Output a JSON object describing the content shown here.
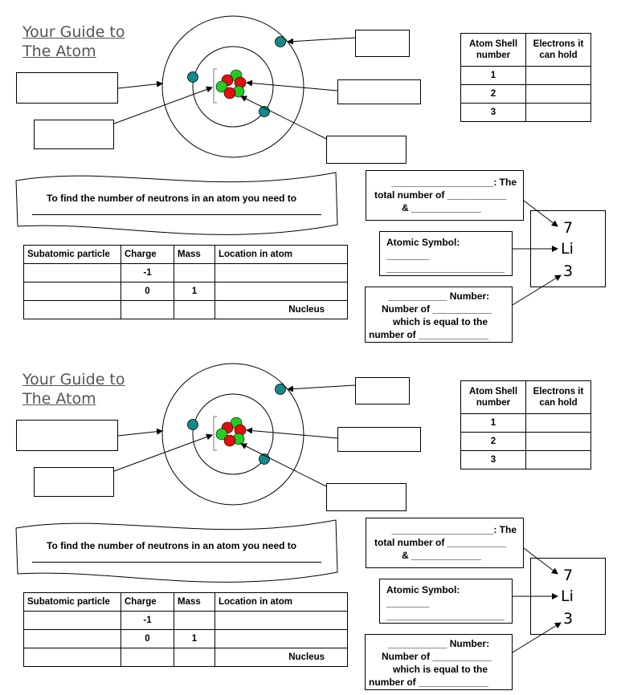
{
  "worksheets": [
    {
      "title_line1": "Your Guide to",
      "title_line2": "The Atom",
      "shell_table": {
        "headers": [
          "Atom Shell number",
          "Electrons it can hold"
        ],
        "rows": [
          [
            "1",
            ""
          ],
          [
            "2",
            ""
          ],
          [
            "3",
            ""
          ]
        ]
      },
      "neutron_prompt": "To find the number of neutrons in an atom you need to",
      "particle_table": {
        "headers": [
          "Subatomic particle",
          "Charge",
          "Mass",
          "Location in atom"
        ],
        "rows": [
          [
            "",
            "-1",
            "",
            ""
          ],
          [
            "",
            "0",
            "1",
            ""
          ],
          [
            "",
            "",
            "",
            "Nucleus"
          ]
        ]
      },
      "mass_box": {
        "line1": "___________________: The",
        "line2": "total number of ___________",
        "line3": "& _____________"
      },
      "symbol_box": {
        "line1": "Atomic Symbol: ________",
        "line2": "______________________"
      },
      "atomic_box": {
        "line1": "___________ Number:",
        "line2": "Number of ___________",
        "line3": "which is equal to the",
        "line4": "number of _____________"
      },
      "element": {
        "mass_number": "7",
        "symbol": "Li",
        "atomic_number": "3"
      }
    },
    {
      "title_line1": "Your Guide to",
      "title_line2": "The Atom",
      "shell_table": {
        "headers": [
          "Atom Shell number",
          "Electrons it can hold"
        ],
        "rows": [
          [
            "1",
            ""
          ],
          [
            "2",
            ""
          ],
          [
            "3",
            ""
          ]
        ]
      },
      "neutron_prompt": "To find the number of neutrons in an atom you need to",
      "particle_table": {
        "headers": [
          "Subatomic particle",
          "Charge",
          "Mass",
          "Location in atom"
        ],
        "rows": [
          [
            "",
            "-1",
            "",
            ""
          ],
          [
            "",
            "0",
            "1",
            ""
          ],
          [
            "",
            "",
            "",
            "Nucleus"
          ]
        ]
      },
      "mass_box": {
        "line1": "___________________: The",
        "line2": "total number of ___________",
        "line3": "& _____________"
      },
      "symbol_box": {
        "line1": "Atomic Symbol: ________",
        "line2": "______________________"
      },
      "atomic_box": {
        "line1": "___________ Number:",
        "line2": "Number of ___________",
        "line3": "which is equal to the",
        "line4": "number of _____________"
      },
      "element": {
        "mass_number": "7",
        "symbol": "Li",
        "atomic_number": "3"
      }
    }
  ],
  "colors": {
    "electron": "#138a8a",
    "proton": "#e01010",
    "neutron": "#22cc22"
  }
}
